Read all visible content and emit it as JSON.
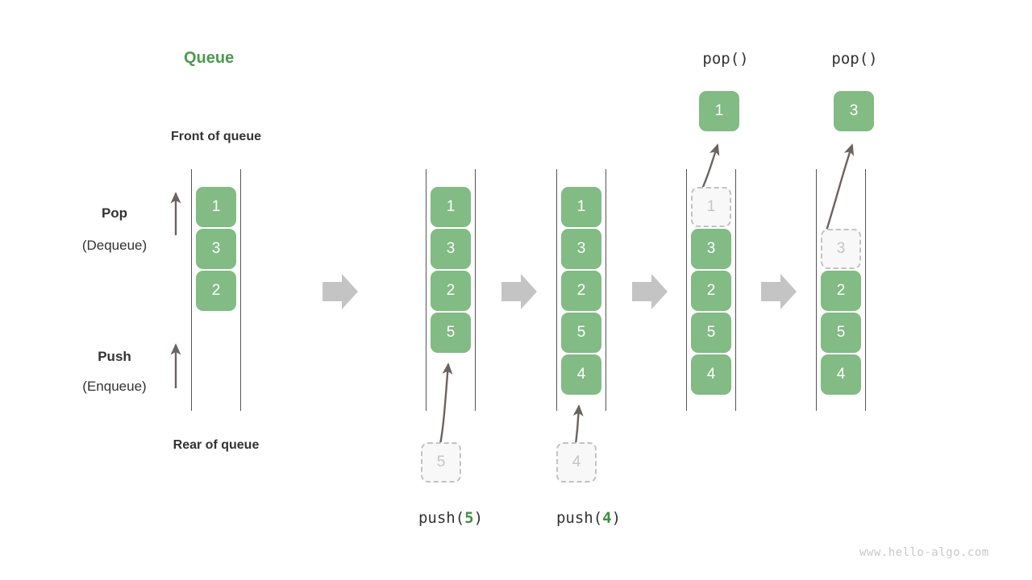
{
  "title": "Queue",
  "title_color": "#4c9a4f",
  "cell_color": "#82bb84",
  "ghost_color": "#f8f8f8",
  "arrow_color": "#c4c4c4",
  "labels": {
    "front_of_queue": "Front of queue",
    "rear_of_queue": "Rear of queue",
    "pop": "Pop",
    "pop_sub": "(Dequeue)",
    "push": "Push",
    "push_sub": "(Enqueue)"
  },
  "watermark": "www.hello-algo.com",
  "stages": [
    {
      "id": "initial",
      "caption": "",
      "op_name": "",
      "op_arg": "",
      "cells": [
        {
          "value": "1",
          "state": "filled"
        },
        {
          "value": "3",
          "state": "filled"
        },
        {
          "value": "2",
          "state": "filled"
        }
      ],
      "input_cell": null,
      "output_cell": null
    },
    {
      "id": "push-5",
      "caption": "push(5)",
      "op_name": "push",
      "op_arg": "5",
      "cells": [
        {
          "value": "1",
          "state": "filled"
        },
        {
          "value": "3",
          "state": "filled"
        },
        {
          "value": "2",
          "state": "filled"
        },
        {
          "value": "5",
          "state": "filled"
        }
      ],
      "input_cell": {
        "value": "5",
        "state": "ghost"
      },
      "output_cell": null
    },
    {
      "id": "push-4",
      "caption": "push(4)",
      "op_name": "push",
      "op_arg": "4",
      "cells": [
        {
          "value": "1",
          "state": "filled"
        },
        {
          "value": "3",
          "state": "filled"
        },
        {
          "value": "2",
          "state": "filled"
        },
        {
          "value": "5",
          "state": "filled"
        },
        {
          "value": "4",
          "state": "filled"
        }
      ],
      "input_cell": {
        "value": "4",
        "state": "ghost"
      },
      "output_cell": null
    },
    {
      "id": "pop-1",
      "caption": "pop()",
      "op_name": "pop",
      "op_arg": "",
      "cells": [
        {
          "value": "1",
          "state": "ghost"
        },
        {
          "value": "3",
          "state": "filled"
        },
        {
          "value": "2",
          "state": "filled"
        },
        {
          "value": "5",
          "state": "filled"
        },
        {
          "value": "4",
          "state": "filled"
        }
      ],
      "input_cell": null,
      "output_cell": {
        "value": "1",
        "state": "filled"
      }
    },
    {
      "id": "pop-3",
      "caption": "pop()",
      "op_name": "pop",
      "op_arg": "",
      "cells": [
        {
          "value": "",
          "state": "empty"
        },
        {
          "value": "3",
          "state": "ghost"
        },
        {
          "value": "2",
          "state": "filled"
        },
        {
          "value": "5",
          "state": "filled"
        },
        {
          "value": "4",
          "state": "filled"
        }
      ],
      "input_cell": null,
      "output_cell": {
        "value": "3",
        "state": "filled"
      }
    }
  ],
  "flow_arrows": 4
}
